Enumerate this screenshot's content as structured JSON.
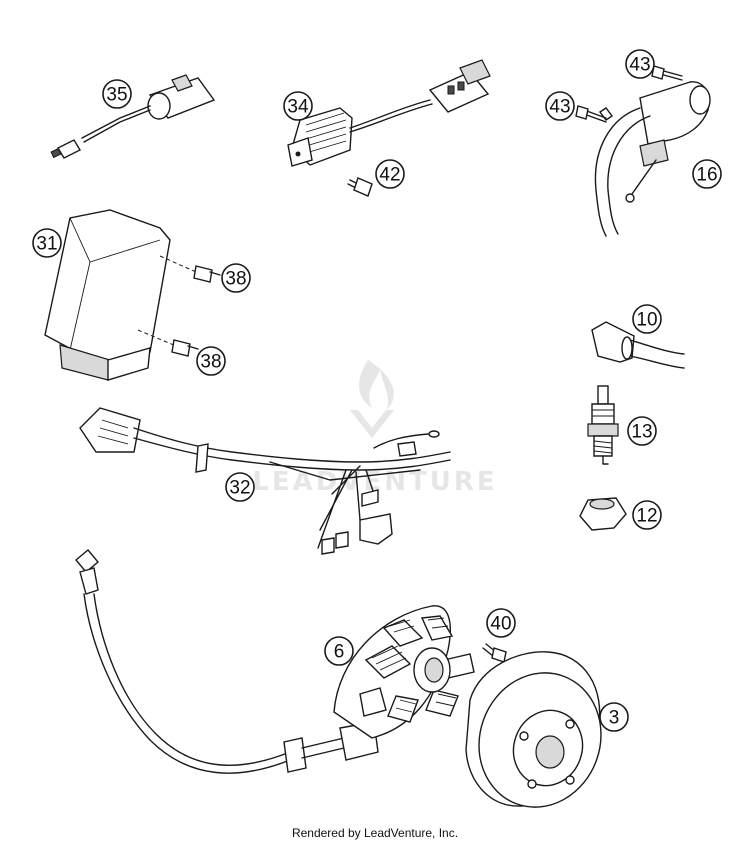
{
  "callouts": {
    "c35": "35",
    "c34": "34",
    "c43a": "43",
    "c43b": "43",
    "c42": "42",
    "c16": "16",
    "c31": "31",
    "c38a": "38",
    "c38b": "38",
    "c10": "10",
    "c13": "13",
    "c12": "12",
    "c32": "32",
    "c6": "6",
    "c40": "40",
    "c3": "3"
  },
  "watermark": "LEADVENTURE",
  "footer": "Rendered by LeadVenture, Inc."
}
